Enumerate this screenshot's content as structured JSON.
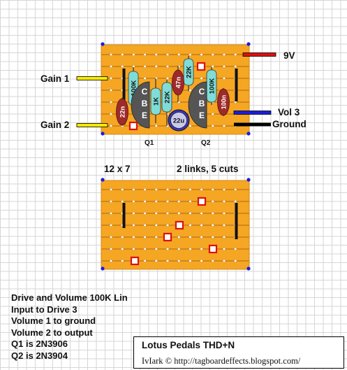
{
  "labels": {
    "v9": "9V",
    "gain1": "Gain 1",
    "gain2": "Gain 2",
    "vol3": "Vol 3",
    "ground": "Ground",
    "q1": "Q1",
    "q2": "Q2",
    "board_size": "12 x 7",
    "links_cuts": "2 links, 5 cuts"
  },
  "components": {
    "r_100k_left": "100K",
    "r_1k": "1K",
    "r_22k_mid": "22K",
    "r_22k_top": "22K",
    "r_100k_right": "100K",
    "c_22n": "22n",
    "c_47n": "47n",
    "c_100n": "100n",
    "c_22u": "22u",
    "q1_pins": [
      "C",
      "B",
      "E"
    ],
    "q2_pins": [
      "C",
      "B",
      "E"
    ]
  },
  "notes": [
    "Drive and Volume 100K Lin",
    "Input to Drive 3",
    "Volume 1 to ground",
    "Volume 2 to output",
    "Q1 is 2N3906",
    "Q2 is 2N3904"
  ],
  "title": {
    "name": "Lotus Pedals THD+N",
    "credit": "IvIark © http://tagboardeffects.blogspot.com/"
  },
  "colors": {
    "board": "#f5a623",
    "strip_line": "#c87d14",
    "resistor": "#7fdcd6",
    "capacitor": "#9e2a2a",
    "electrolytic": "#3838b8",
    "transistor": "#555555",
    "wire_red": "#dd1111",
    "wire_yellow": "#f6ea00",
    "wire_blue": "#1d1ddb",
    "wire_black": "#000000",
    "cut": "#dd1111"
  }
}
